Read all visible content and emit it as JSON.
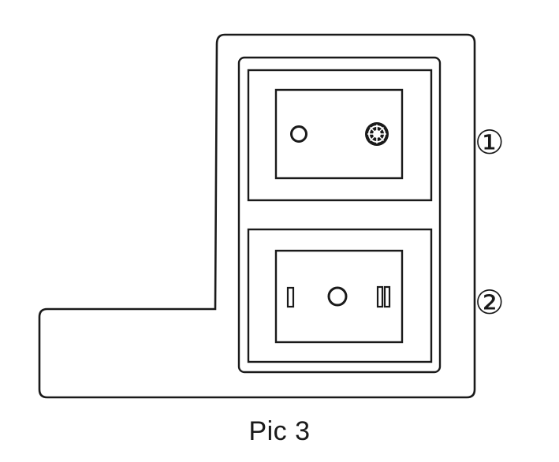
{
  "callouts": {
    "top": "①",
    "bottom": "②"
  },
  "caption": "Pic 3",
  "colors": {
    "stroke": "#1a1a1a",
    "background": "#ffffff"
  }
}
